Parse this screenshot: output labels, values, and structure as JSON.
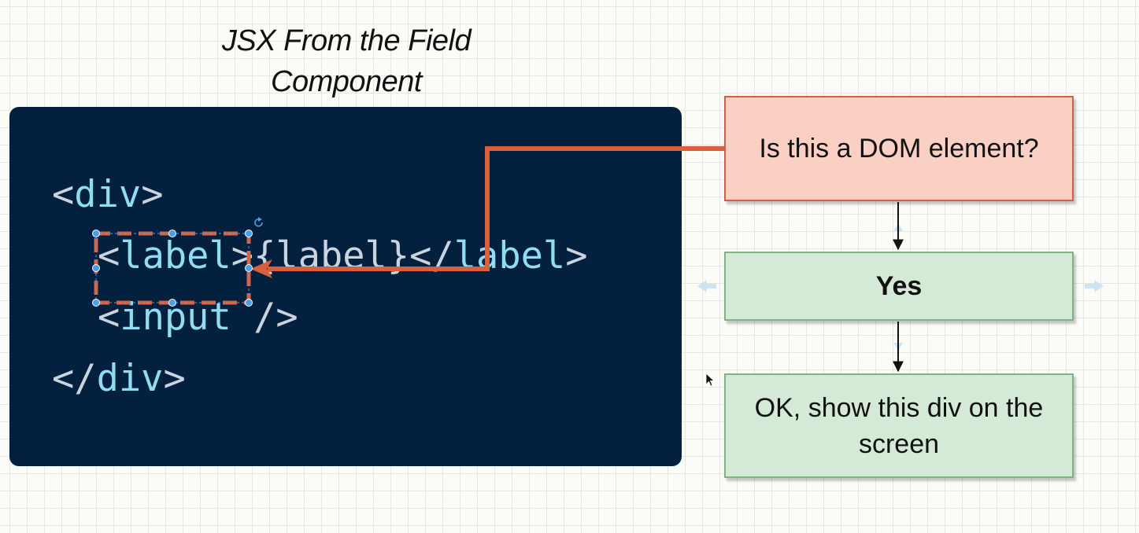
{
  "title": {
    "line1": "JSX From the Field",
    "line2": "Component"
  },
  "code": {
    "line1": {
      "open": "<",
      "tag": "div",
      "close": ">"
    },
    "line2": {
      "open": "<",
      "tag": "label",
      "close": ">",
      "expression": "{label}",
      "closing_open": "</",
      "closing_tag": "label",
      "closing_close": ">"
    },
    "line3": {
      "open": "<",
      "tag": "input",
      "close": " />"
    },
    "line4": {
      "open": "</",
      "tag": "div",
      "close": ">"
    }
  },
  "flowchart": {
    "question": "Is this a DOM element?",
    "answer": "Yes",
    "result": "OK, show this div on the screen"
  },
  "colors": {
    "code_background": "#04203f",
    "code_tag": "#8fdcf3",
    "highlight": "#d9603f",
    "question_fill": "#fbd0c4",
    "answer_fill": "#d5e9d7",
    "selection_handle": "#4a9fe8"
  }
}
